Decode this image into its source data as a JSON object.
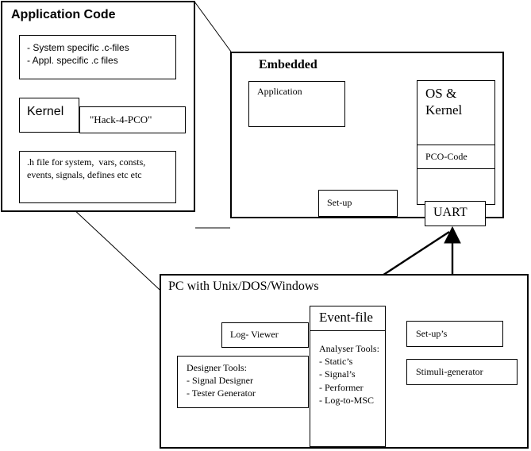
{
  "application_code": {
    "title": "Application Code",
    "files_line1": "- System specific .c-files",
    "files_line2": "- Appl. specific .c files",
    "kernel_label": "Kernel",
    "hack_label": "\"Hack-4-PCO\"",
    "hfile_line1": ".h file for system,  vars, consts,",
    "hfile_line2": "events, signals, defines etc etc"
  },
  "embedded": {
    "title": "Embedded",
    "application_label": "Application",
    "os_line1": "OS &",
    "os_line2": "Kernel",
    "pco_label": "PCO-Code",
    "setup_label": "Set-up",
    "uart_label": "UART"
  },
  "pc": {
    "title": "PC with Unix/DOS/Windows",
    "log_viewer_label": "Log- Viewer",
    "event_file_label": "Event-file",
    "setups_label": "Set-up’s",
    "stimuli_label": "Stimuli-generator",
    "designer_line1": "Designer Tools:",
    "designer_line2": "- Signal Designer",
    "designer_line3": "- Tester Generator",
    "analyser_line1": "Analyser Tools:",
    "analyser_line2": "- Static’s",
    "analyser_line3": "- Signal’s",
    "analyser_line4": "- Performer",
    "analyser_line5": "- Log-to-MSC"
  }
}
